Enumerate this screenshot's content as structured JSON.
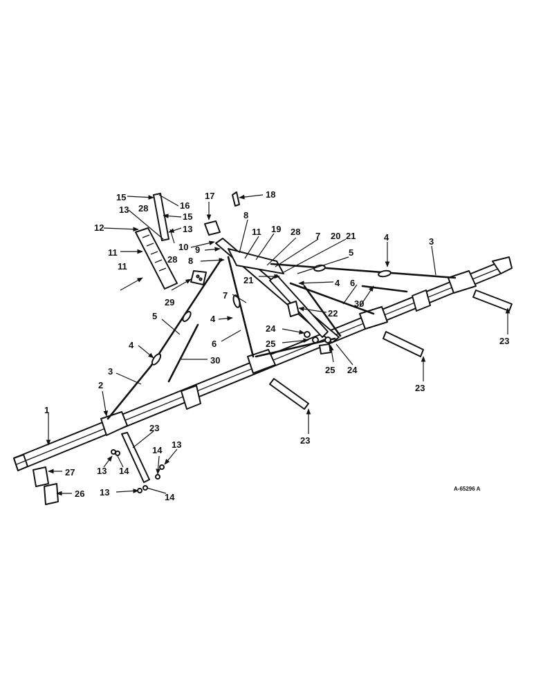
{
  "figure_ref": "A-65296 A",
  "callouts": [
    {
      "id": "c1",
      "text": "1"
    },
    {
      "id": "c2",
      "text": "2"
    },
    {
      "id": "c3a",
      "text": "3"
    },
    {
      "id": "c3b",
      "text": "3"
    },
    {
      "id": "c4a",
      "text": "4"
    },
    {
      "id": "c4b",
      "text": "4"
    },
    {
      "id": "c4c",
      "text": "4"
    },
    {
      "id": "c4d",
      "text": "4"
    },
    {
      "id": "c5a",
      "text": "5"
    },
    {
      "id": "c5b",
      "text": "5"
    },
    {
      "id": "c6a",
      "text": "6"
    },
    {
      "id": "c6b",
      "text": "6"
    },
    {
      "id": "c7a",
      "text": "7"
    },
    {
      "id": "c7b",
      "text": "7"
    },
    {
      "id": "c8a",
      "text": "8"
    },
    {
      "id": "c8b",
      "text": "8"
    },
    {
      "id": "c9",
      "text": "9"
    },
    {
      "id": "c10",
      "text": "10"
    },
    {
      "id": "c11a",
      "text": "11"
    },
    {
      "id": "c11b",
      "text": "11"
    },
    {
      "id": "c11c",
      "text": "11"
    },
    {
      "id": "c12",
      "text": "12"
    },
    {
      "id": "c13a",
      "text": "13"
    },
    {
      "id": "c13b",
      "text": "13"
    },
    {
      "id": "c13c",
      "text": "13"
    },
    {
      "id": "c13d",
      "text": "13"
    },
    {
      "id": "c13e",
      "text": "13"
    },
    {
      "id": "c14a",
      "text": "14"
    },
    {
      "id": "c14b",
      "text": "14"
    },
    {
      "id": "c14c",
      "text": "14"
    },
    {
      "id": "c15a",
      "text": "15"
    },
    {
      "id": "c15b",
      "text": "15"
    },
    {
      "id": "c16",
      "text": "16"
    },
    {
      "id": "c17",
      "text": "17"
    },
    {
      "id": "c18",
      "text": "18"
    },
    {
      "id": "c19",
      "text": "19"
    },
    {
      "id": "c20",
      "text": "20"
    },
    {
      "id": "c21a",
      "text": "21"
    },
    {
      "id": "c21b",
      "text": "21"
    },
    {
      "id": "c22",
      "text": "22"
    },
    {
      "id": "c23a",
      "text": "23"
    },
    {
      "id": "c23b",
      "text": "23"
    },
    {
      "id": "c23c",
      "text": "23"
    },
    {
      "id": "c23d",
      "text": "23"
    },
    {
      "id": "c24a",
      "text": "24"
    },
    {
      "id": "c24b",
      "text": "24"
    },
    {
      "id": "c25a",
      "text": "25"
    },
    {
      "id": "c25b",
      "text": "25"
    },
    {
      "id": "c26",
      "text": "26"
    },
    {
      "id": "c27",
      "text": "27"
    },
    {
      "id": "c28a",
      "text": "28"
    },
    {
      "id": "c28b",
      "text": "28"
    },
    {
      "id": "c28c",
      "text": "28"
    },
    {
      "id": "c29",
      "text": "29"
    },
    {
      "id": "c30a",
      "text": "30"
    },
    {
      "id": "c30b",
      "text": "30"
    }
  ]
}
